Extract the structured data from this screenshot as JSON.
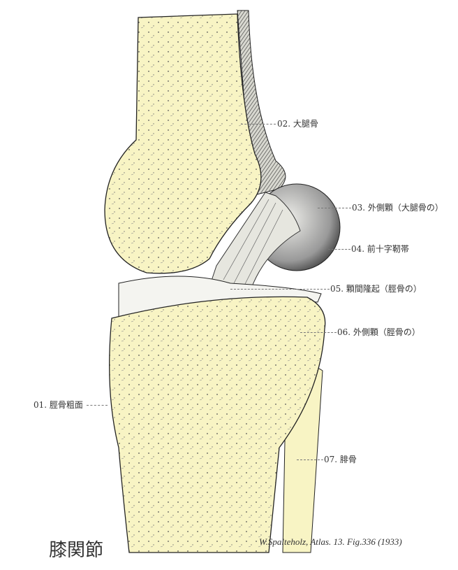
{
  "title": "膝関節",
  "citation": "W.Spalteholz, Atlas. 13. Fig.336 (1933)",
  "labels": {
    "l01": "01. 脛骨粗面",
    "l02": "02. 大腿骨",
    "l03": "03. 外側顆（大腿骨の）",
    "l04": "04. 前十字靭帯",
    "l05": "05. 顆間隆起（脛骨の）",
    "l06": "06. 外側顆（脛骨の）",
    "l07": "07. 腓骨"
  },
  "colors": {
    "bone": "#f8f4c4",
    "line": "#222222"
  }
}
